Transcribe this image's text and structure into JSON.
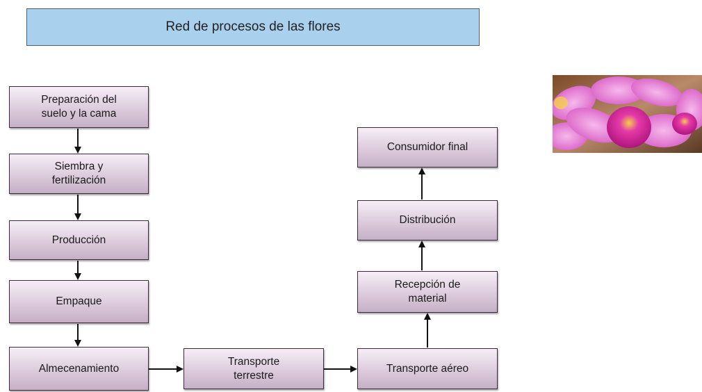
{
  "title": "Red de procesos de las flores",
  "nodes": {
    "preparacion": "Preparación del\nsuelo y la cama",
    "siembra": "Siembra y\nfertilización",
    "produccion": "Producción",
    "empaque": "Empaque",
    "almacenamiento": "Almecenamiento",
    "transporte_terrestre": "Transporte\nterrestre",
    "transporte_aereo": "Transporte aéreo",
    "recepcion": "Recepción de\nmaterial",
    "distribucion": "Distribución",
    "consumidor": "Consumidor final"
  },
  "colors": {
    "title_fill": "#a9d0ec",
    "node_fill_top": "#f6eef6",
    "node_fill_bottom": "#c5b0c6",
    "arrow": "#111111"
  }
}
